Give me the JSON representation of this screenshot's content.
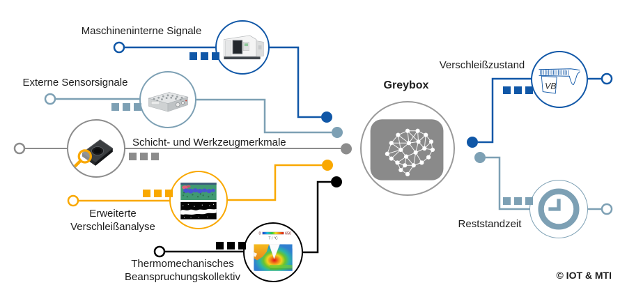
{
  "diagram_title": "Greybox",
  "colors": {
    "blue": "#1057a7",
    "steel": "#7da0b4",
    "gray": "#8c8c8c",
    "orange": "#f9a800",
    "black": "#000000",
    "node-outline": "#9a9a9a",
    "brain-box": "#8a8a8a",
    "text": "#1d1d1d"
  },
  "inputs": [
    {
      "label": "Maschineninterne Signale",
      "icon": "cnc-machine-icon",
      "color": "#1057a7"
    },
    {
      "label": "Externe Sensorsignale",
      "icon": "dynamometer-sensor-icon",
      "color": "#7da0b4"
    },
    {
      "label": "Schicht- und Werkzeugmerkmale",
      "icon": "cutting-insert-magnifier-icon",
      "color": "#8c8c8c"
    },
    {
      "label_lines": [
        "Erweiterte",
        "Verschleißanalyse"
      ],
      "icon": "wear-micrograph-icon",
      "color": "#f9a800"
    },
    {
      "label_lines": [
        "Thermomechanisches",
        "Beanspruchungskollektiv"
      ],
      "icon": "fem-simulation-icon",
      "color": "#000000"
    }
  ],
  "center": {
    "label": "Greybox",
    "icon": "neural-network-brain-icon"
  },
  "outputs": [
    {
      "label": "Verschleißzustand",
      "icon": "vb-flank-wear-icon",
      "icon_text": "VB",
      "color": "#1057a7"
    },
    {
      "label": "Reststandzeit",
      "icon": "clock-icon",
      "color": "#7da0b4"
    }
  ],
  "fem_colorbar": {
    "min": "0",
    "max": "650",
    "unit_label": "T / °C"
  },
  "copyright": "© IOT & MTI"
}
